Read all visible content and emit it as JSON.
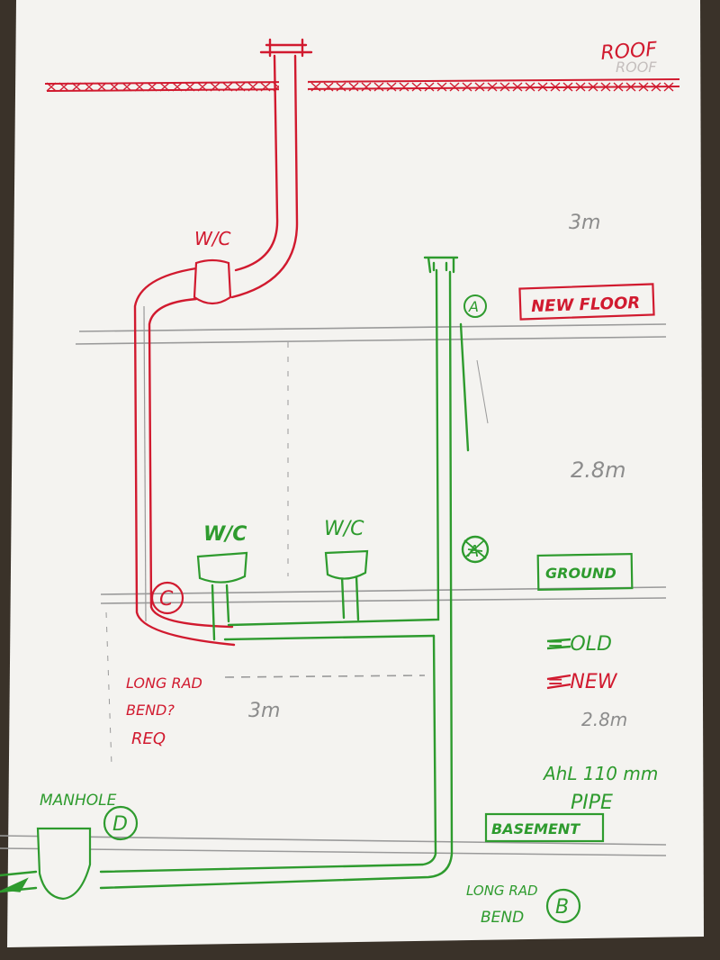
{
  "labels": {
    "roof": "ROOF",
    "roof_ghost": "ROOF",
    "new_floor": "NEW FLOOR",
    "ground": "GROUND",
    "basement": "BASEMENT",
    "manhole": "MANHOLE",
    "wc_upper": "W/C",
    "wc_ground_left": "W/C",
    "wc_ground_right": "W/C",
    "height_top": "3m",
    "height_mid": "2.8m",
    "height_low": "2.8m",
    "width_3m": "3m",
    "long_rad_bend_req": [
      "LONG RAD",
      "BEND?",
      "REQ"
    ],
    "long_rad_bend_bottom": [
      "LONG RAD",
      "BEND"
    ],
    "all_110mm_pipe": [
      "AhL 110 mm",
      "PIPE"
    ]
  },
  "markers": {
    "a_top": "A",
    "a_mid": "A",
    "b": "B",
    "c": "C",
    "d": "D"
  },
  "legend": {
    "old": "= OLD",
    "new": "= NEW"
  },
  "colors": {
    "old_pipe": "#2e9b2e",
    "new_pipe": "#d11a2f",
    "pencil": "#8c8c8c",
    "paper": "#f4f3f0"
  }
}
